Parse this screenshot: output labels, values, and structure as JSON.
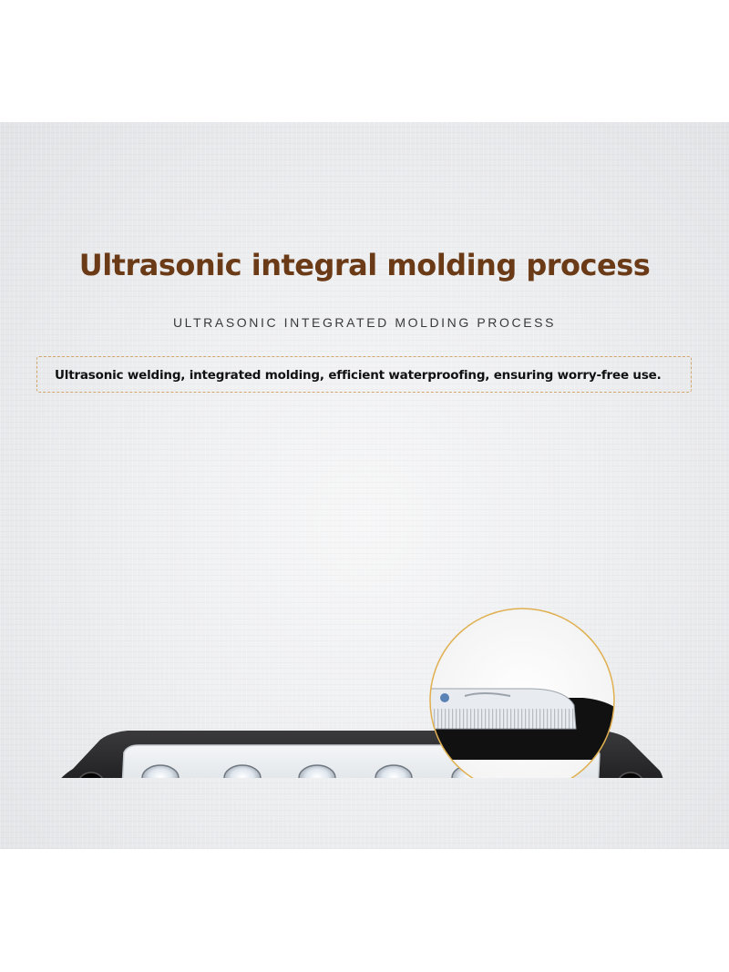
{
  "heading": {
    "title": "Ultrasonic integral molding process",
    "subtitle": "ULTRASONIC INTEGRATED MOLDING PROCESS"
  },
  "callout": {
    "text": "Ultrasonic welding, integrated molding, efficient waterproofing, ensuring worry-free use."
  },
  "colors": {
    "title": "#6b3a16",
    "callout_border": "#d2a56a",
    "zoom_ring": "#e0b050"
  },
  "product": {
    "name": "led-light-bar",
    "led_count": 5
  }
}
